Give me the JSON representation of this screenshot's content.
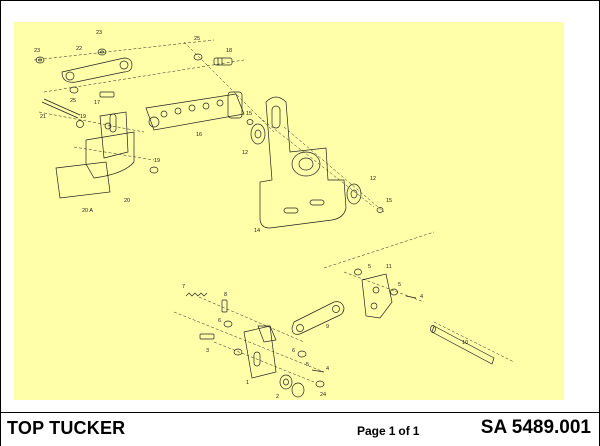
{
  "footer": {
    "title": "TOP TUCKER",
    "page_prefix": "Page",
    "page_number": "1",
    "page_of": "of",
    "page_total": "1",
    "part_number": "SA 5489.001"
  },
  "callouts": {
    "c23a": "23",
    "c22": "22",
    "c23b": "23",
    "c25a": "25",
    "c18": "18",
    "c25b": "25",
    "c17": "17",
    "c21": "21",
    "c19a": "19",
    "c16": "16",
    "c15a": "15",
    "c12a": "12",
    "c19b": "19",
    "c20a": "20 A",
    "c20": "20",
    "c12b": "12",
    "c15b": "15",
    "c14": "14",
    "c5a": "5",
    "c11": "11",
    "c5b": "5",
    "c4a": "4",
    "c7": "7",
    "c8": "8",
    "c6a": "6",
    "c9": "9",
    "c3": "3",
    "c6b": "6",
    "c10": "10",
    "c5c": "5",
    "c4b": "4",
    "c1": "1",
    "c2": "2",
    "c24": "24"
  }
}
